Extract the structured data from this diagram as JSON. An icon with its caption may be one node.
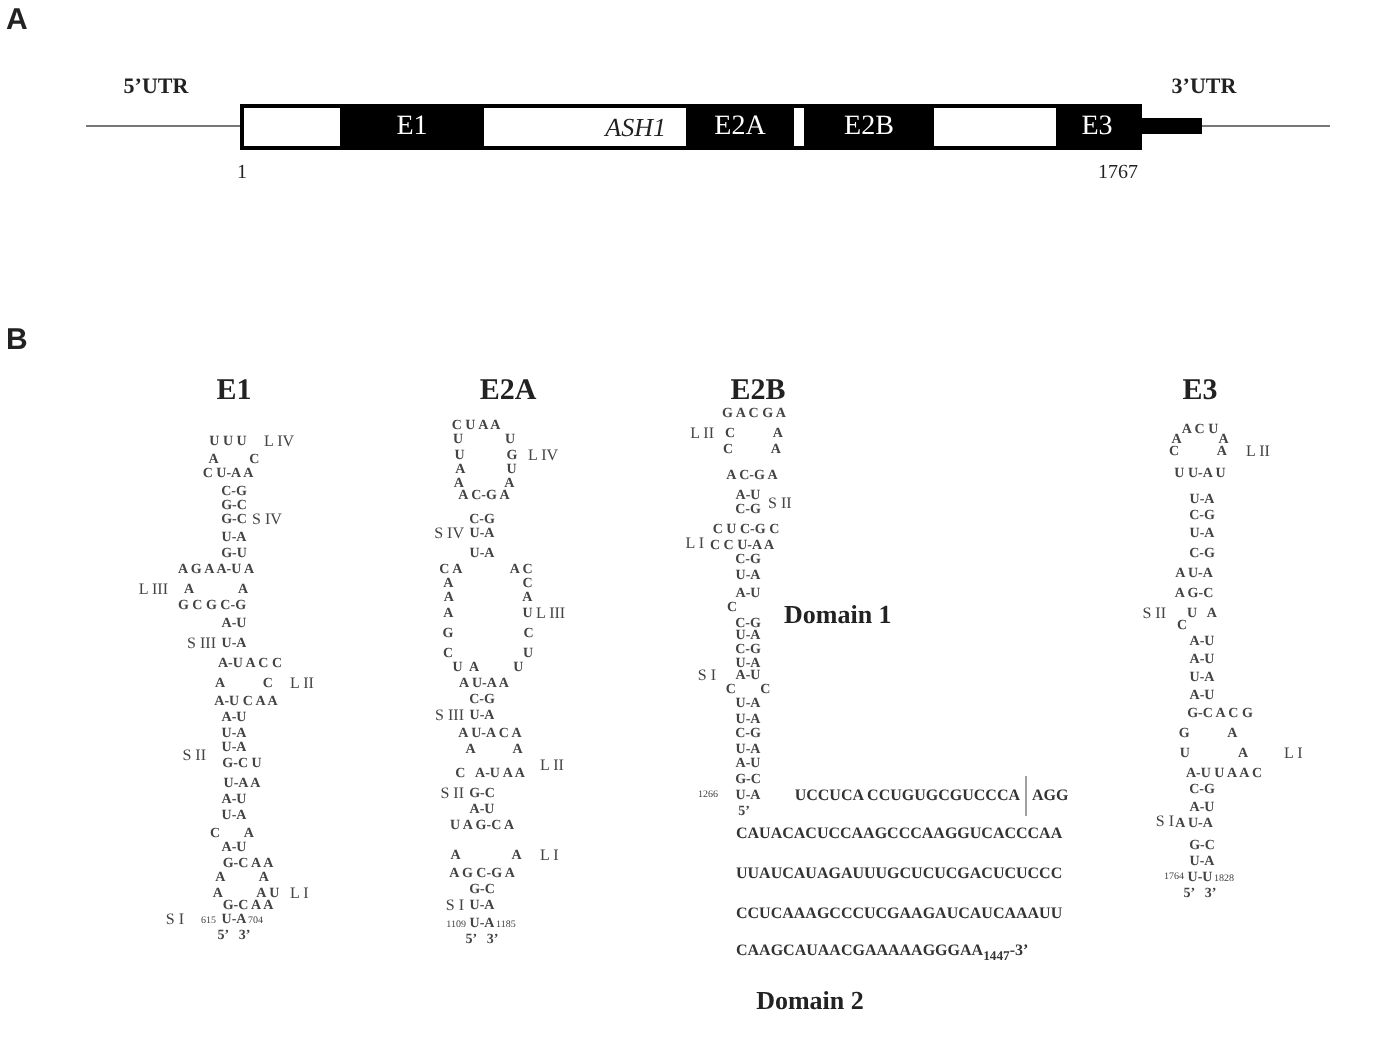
{
  "diagram": {
    "nodes": [
      {
        "text": [],
        "shape": "bar"
      },
      {
        "text": [
          "E1"
        ],
        "in": 0
      },
      {
        "text": [
          "ASH1"
        ],
        "in": 0
      },
      {
        "text": [
          "E2A"
        ],
        "in": 0
      },
      {
        "text": [
          "E2B"
        ],
        "in": 0
      },
      {
        "text": [
          "E3"
        ],
        "in": 0
      }
    ],
    "labels": [
      "A",
      "5’UTR",
      "3’UTR",
      "1",
      "1767",
      "B",
      "E1",
      "E2A",
      "E2B",
      "E3",
      "U U U",
      "L IV",
      "A         C",
      "C U-A A",
      "C-G",
      "G-C",
      "G-C",
      "S IV",
      "U-A",
      "G-U",
      "A G A A-U A",
      "L III",
      "A             A",
      "G C G C-G",
      "A-U",
      "S III",
      "U-A",
      "A-U A C C",
      "A           C",
      "L II",
      "A-U C A A",
      "A-U",
      "U-A",
      "U-A",
      "S II",
      "G-C U",
      "U-A A",
      "A-U",
      "U-A",
      "C       A",
      "A-U",
      "G-C A A",
      "A          A",
      "A          A U",
      "L I",
      "G-C A A",
      "S I",
      "615",
      "U-A",
      "704",
      "5’   3’",
      "C U A A",
      "U            U",
      "U            G",
      "L IV",
      "A            U",
      "A            A",
      "A C-G A",
      "C-G",
      "S IV",
      "U-A",
      "U-A",
      "C A              A C",
      "A                    C",
      "A                    A",
      "A                    U",
      "L III",
      "G                    C",
      "C                    U",
      "U  A          U",
      "A U-A A",
      "C-G",
      "S III",
      "U-A",
      "A U-A C A",
      "A           A",
      "L II",
      "C   A-U A A",
      "S II",
      "G-C",
      "A-U",
      "U A G-C A",
      "A               A",
      "L I",
      "A G C-G A",
      "G-C",
      "S I",
      "U-A",
      "1109",
      "U-A",
      "1185",
      "5’   3’",
      "G A C G A",
      "L II",
      "C           A",
      "C           A",
      "A C-G A",
      "A-U",
      "S II",
      "C-G",
      "C U C-G C",
      "L I",
      "C C U-A A",
      "C-G",
      "U-A",
      "A-U",
      "C",
      "Domain 1",
      "C-G",
      "U-A",
      "C-G",
      "U-A",
      "S I",
      "A-U",
      "C       C",
      "U-A",
      "U-A",
      "C-G",
      "U-A",
      "A-U",
      "G-C",
      "1266",
      "U-A",
      "UCCUCA CCUGUGCGUCCCA",
      "AGG",
      "5’",
      "CAUACACUCCAAGCCCAAGGUCACCCAA",
      "UUAUCAUAGAUUUGCUCUCGACUCUCCC",
      "CCUCAAAGCCCUCGAAGAUCAUCAAAUU",
      "CAAGCAUAACGAAAAAGGGAA$_{1447}$-3’",
      "Domain 2",
      "A C U",
      "A           A",
      "C           A",
      "L II",
      "U U-A U",
      "U-A",
      "C-G",
      "U-A",
      "C-G",
      "A U-A",
      "A G-C",
      "S II",
      "U   A",
      "C",
      "A-U",
      "A-U",
      "U-A",
      "A-U",
      "G-C A C G",
      "G           A",
      "U              A",
      "L I",
      "A-U U A A C",
      "C-G",
      "A-U",
      "S I",
      "A U-A",
      "G-C",
      "U-A",
      "1764",
      "U-U",
      "1828",
      "5’   3’"
    ]
  }
}
